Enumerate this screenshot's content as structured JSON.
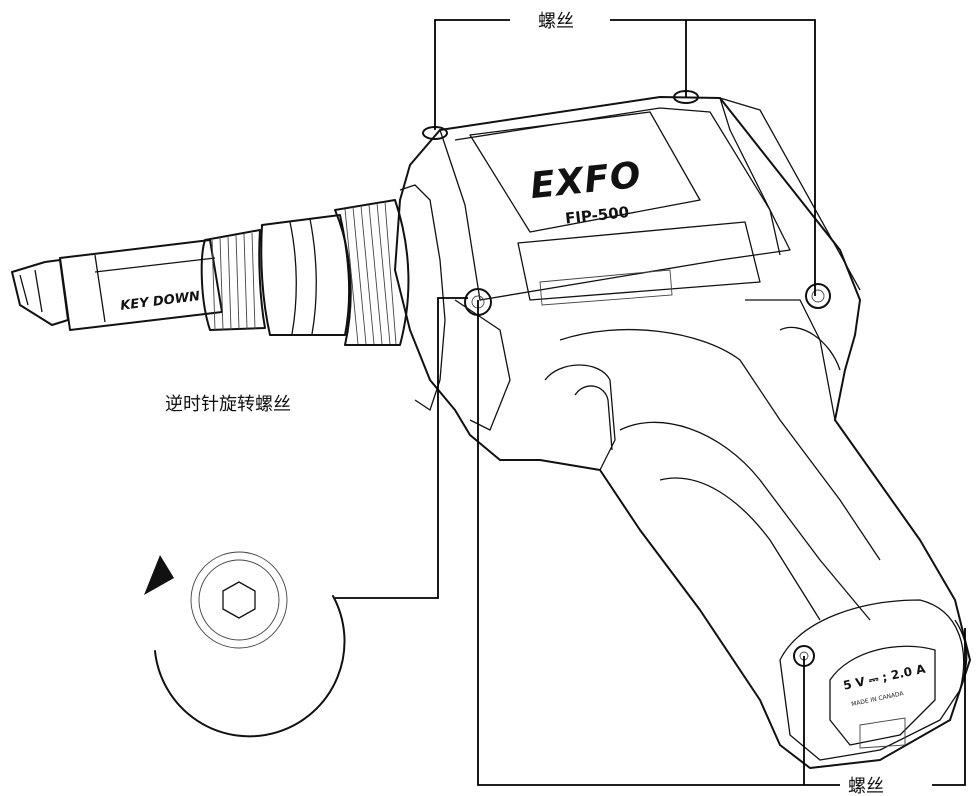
{
  "labels": {
    "screw_top": "螺丝",
    "screw_bottom": "螺丝",
    "rotate_ccw": "逆时针旋转螺丝"
  },
  "device": {
    "brand": "EXFO",
    "model": "FIP-500",
    "connector_text": "KEY DOWN",
    "rating": "5 V ⎓ ; 2.0 A",
    "made_in": "MADE IN CANADA"
  },
  "colors": {
    "line": "#111111",
    "background": "#ffffff"
  }
}
